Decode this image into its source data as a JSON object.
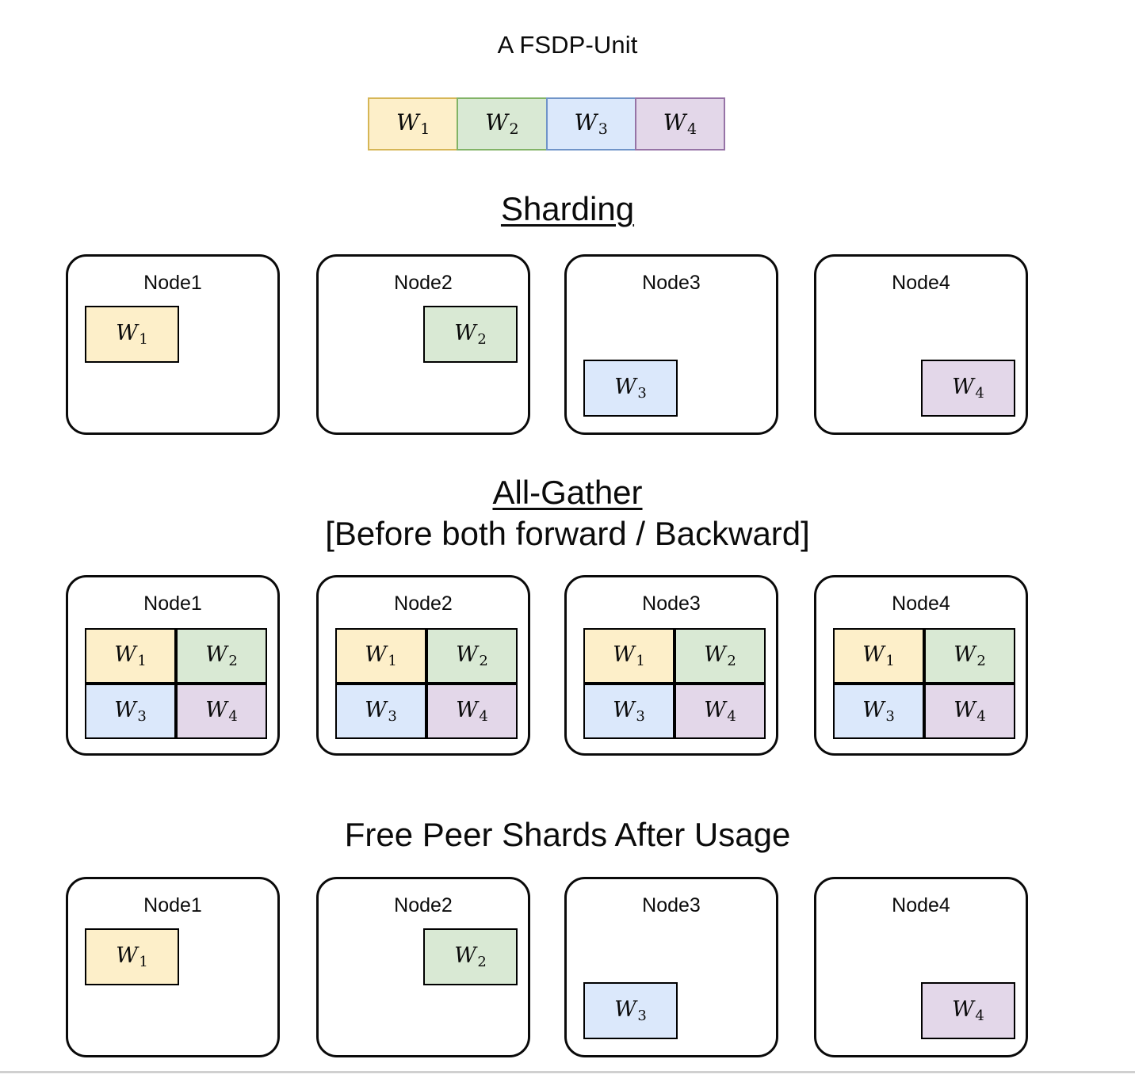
{
  "page": {
    "title": "A FSDP-Unit",
    "background": "#ffffff",
    "text_color": "#0b0b0b"
  },
  "palette": {
    "shard1_fill": "#fdefc9",
    "shard1_stroke": "#d6b656",
    "shard2_fill": "#d9e9d4",
    "shard2_stroke": "#82b366",
    "shard3_fill": "#dbe8fb",
    "shard3_stroke": "#7094c8",
    "shard4_fill": "#e3d7e9",
    "shard4_stroke": "#9673a6",
    "node_stroke": "#0a0a0a",
    "rule": "#d0d0d0"
  },
  "shard_labels": {
    "w1_base": "W",
    "w1_sub": "1",
    "w2_base": "W",
    "w2_sub": "2",
    "w3_base": "W",
    "w3_sub": "3",
    "w4_base": "W",
    "w4_sub": "4"
  },
  "unit_bar": {
    "cells": [
      {
        "base": "W",
        "sub": "1"
      },
      {
        "base": "W",
        "sub": "2"
      },
      {
        "base": "W",
        "sub": "3"
      },
      {
        "base": "W",
        "sub": "4"
      }
    ]
  },
  "sections": {
    "sharding": {
      "heading": "Sharding",
      "underlined": true,
      "nodes": [
        {
          "label": "Node1"
        },
        {
          "label": "Node2"
        },
        {
          "label": "Node3"
        },
        {
          "label": "Node4"
        }
      ]
    },
    "allgather": {
      "heading": "All-Gather",
      "underlined": true,
      "subheading": "[Before both forward / Backward]",
      "subheading_underlined": false,
      "nodes": [
        {
          "label": "Node1"
        },
        {
          "label": "Node2"
        },
        {
          "label": "Node3"
        },
        {
          "label": "Node4"
        }
      ]
    },
    "free": {
      "heading": "Free Peer Shards After Usage",
      "underlined": false,
      "nodes": [
        {
          "label": "Node1"
        },
        {
          "label": "Node2"
        },
        {
          "label": "Node3"
        },
        {
          "label": "Node4"
        }
      ]
    }
  }
}
